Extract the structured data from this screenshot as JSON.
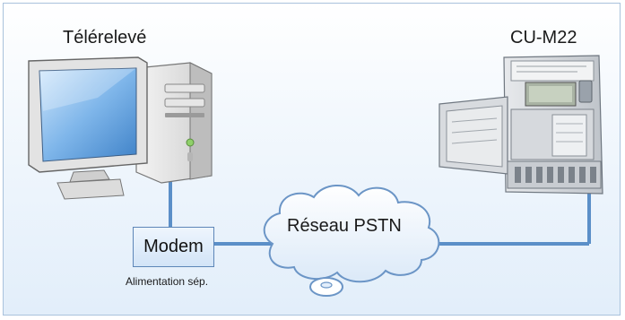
{
  "diagram": {
    "left_title": "Télérelevé",
    "right_title": "CU-M22",
    "modem": {
      "label": "Modem",
      "caption": "Alimentation sép."
    },
    "network": {
      "label": "Réseau PSTN"
    },
    "colors": {
      "connector": "#5b8fc8",
      "frame_border": "#a9c2dc",
      "background_bottom": "#e2eefa"
    }
  }
}
